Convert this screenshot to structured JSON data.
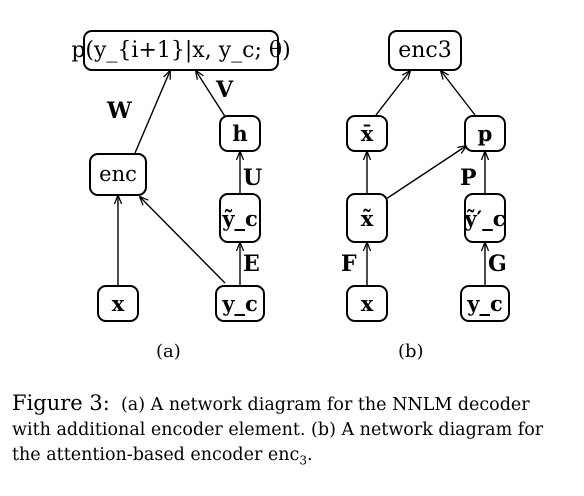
{
  "panel_a": {
    "nodes": {
      "output": "p(y_{i+1}|x, y_c; θ)",
      "enc": "enc",
      "h": "h",
      "yc_tilde": "ỹ_c",
      "x": "x",
      "yc": "y_c"
    },
    "edge_labels": {
      "W": "W",
      "V": "V",
      "U": "U",
      "E": "E"
    },
    "label": "(a)"
  },
  "panel_b": {
    "nodes": {
      "enc3": "enc3",
      "x_bar": "x̄",
      "p": "p",
      "x_tilde": "x̃",
      "yc_tilde_prime": "ỹ′_c",
      "x": "x",
      "yc": "y_c"
    },
    "edge_labels": {
      "P": "P",
      "F": "F",
      "G": "G"
    },
    "label": "(b)"
  },
  "caption": {
    "lead": "Figure 3:",
    "text": "(a) A network diagram for the NNLM decoder with additional encoder element. (b) A network diagram for the attention-based encoder enc",
    "text_sub": "3",
    "text_end": "."
  }
}
